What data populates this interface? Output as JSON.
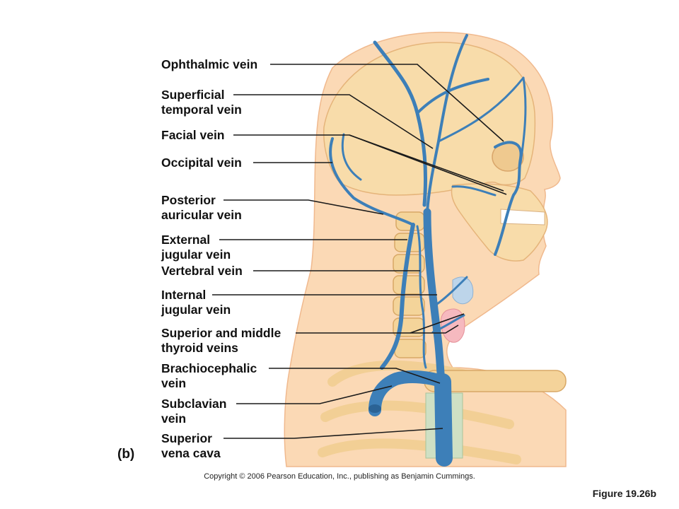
{
  "labels": [
    {
      "id": "ophthalmic-vein",
      "lines": [
        "Ophthalmic vein"
      ]
    },
    {
      "id": "superficial-temporal-vein",
      "lines": [
        "Superficial",
        "temporal vein"
      ]
    },
    {
      "id": "facial-vein",
      "lines": [
        "Facial vein"
      ]
    },
    {
      "id": "occipital-vein",
      "lines": [
        "Occipital vein"
      ]
    },
    {
      "id": "posterior-auricular-vein",
      "lines": [
        "Posterior",
        "auricular vein"
      ]
    },
    {
      "id": "external-jugular-vein",
      "lines": [
        "External",
        "jugular vein"
      ]
    },
    {
      "id": "vertebral-vein",
      "lines": [
        "Vertebral vein"
      ]
    },
    {
      "id": "internal-jugular-vein",
      "lines": [
        "Internal",
        "jugular vein"
      ]
    },
    {
      "id": "superior-middle-thyroid-veins",
      "lines": [
        "Superior and middle",
        "thyroid veins"
      ]
    },
    {
      "id": "brachiocephalic-vein",
      "lines": [
        "Brachiocephalic",
        "vein"
      ]
    },
    {
      "id": "subclavian-vein",
      "lines": [
        "Subclavian",
        "vein"
      ]
    },
    {
      "id": "superior-vena-cava",
      "lines": [
        "Superior",
        "vena cava"
      ]
    }
  ],
  "panel_tag": "(b)",
  "copyright": "Copyright © 2006 Pearson Education, Inc., publishing as Benjamin Cummings.",
  "figure_number": "Figure 19.26b",
  "colors": {
    "skin": "#fbd9b5",
    "bone": "#f6d7a0",
    "vein": "#3d7fb8",
    "vein_dark": "#2b6395",
    "leader": "#1a1a1a"
  }
}
